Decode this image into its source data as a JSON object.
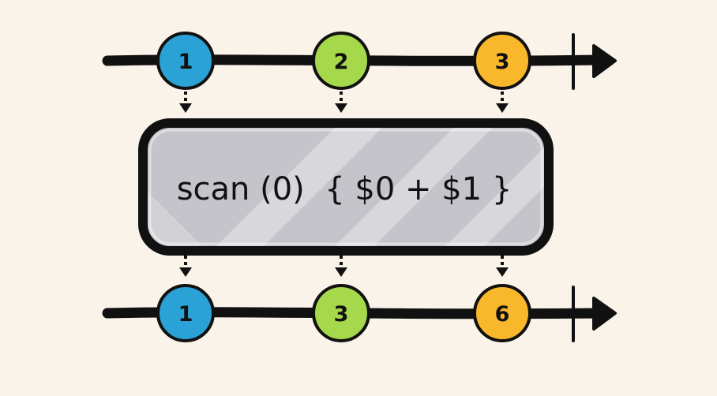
{
  "diagram": {
    "operator": {
      "label": "scan (0)  { $0 + $1 }"
    },
    "input_timeline": {
      "marbles": [
        {
          "label": "1",
          "color": "#2aa2d5"
        },
        {
          "label": "2",
          "color": "#a5d84a"
        },
        {
          "label": "3",
          "color": "#f9b72b"
        }
      ]
    },
    "output_timeline": {
      "marbles": [
        {
          "label": "1",
          "color": "#2aa2d5"
        },
        {
          "label": "3",
          "color": "#a5d84a"
        },
        {
          "label": "6",
          "color": "#f9b72b"
        }
      ]
    },
    "colors": {
      "background": "#faf3ea",
      "ink": "#111111",
      "operator_fill": "#c4c4ca",
      "operator_stripe": "#d8d8dc"
    }
  }
}
